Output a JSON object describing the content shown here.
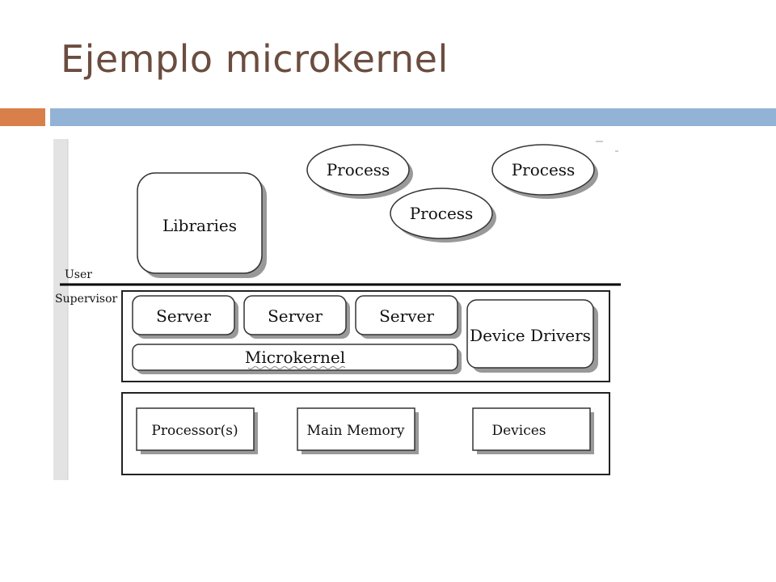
{
  "slide": {
    "title": "Ejemplo microkernel"
  },
  "diagram": {
    "levels": {
      "user": "User",
      "supervisor": "Supervisor"
    },
    "libraries": "Libraries",
    "processes": [
      "Process",
      "Process",
      "Process"
    ],
    "servers": [
      "Server",
      "Server",
      "Server"
    ],
    "device_drivers": "Device Drivers",
    "microkernel": "Microkernel",
    "hardware": [
      "Processor(s)",
      "Main Memory",
      "Devices"
    ]
  },
  "colors": {
    "title": "#6b4d3f",
    "accent_orange": "#d9804a",
    "accent_blue": "#93b3d6"
  }
}
